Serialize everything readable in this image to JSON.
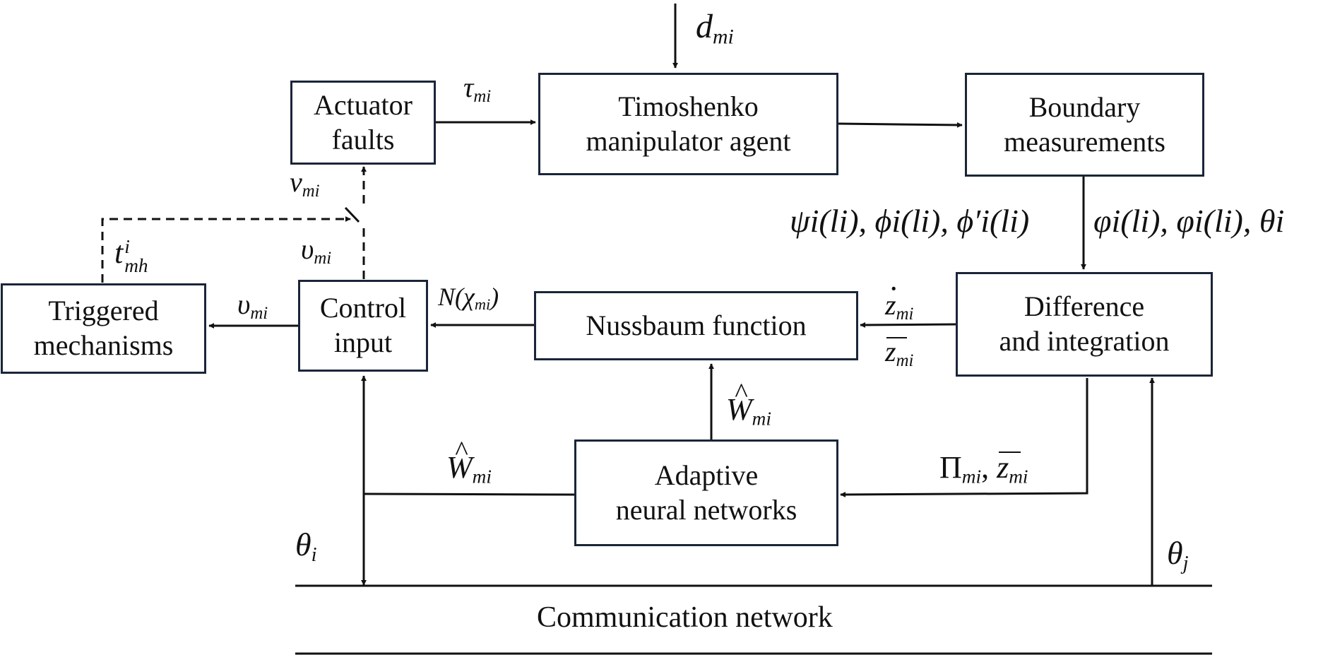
{
  "blocks": {
    "actuator": {
      "line1": "Actuator",
      "line2": "faults"
    },
    "timoshenko": {
      "line1": "Timoshenko",
      "line2": "manipulator agent"
    },
    "boundary": {
      "line1": "Boundary",
      "line2": "measurements"
    },
    "triggered": {
      "line1": "Triggered",
      "line2": "mechanisms"
    },
    "control": {
      "line1": "Control",
      "line2": "input"
    },
    "nussbaum": {
      "line1": "Nussbaum function"
    },
    "difference": {
      "line1": "Difference",
      "line2": "and integration"
    },
    "adaptive": {
      "line1": "Adaptive",
      "line2": "neural networks"
    }
  },
  "signals": {
    "d": {
      "base": "d",
      "sub": "mi"
    },
    "tau": {
      "base": "τ",
      "sub": "mi"
    },
    "v_top": {
      "base": "v",
      "sub": "mi"
    },
    "upsilon_mid": {
      "base": "υ",
      "sub": "mi"
    },
    "t_trigger": {
      "base": "t",
      "sup": "i",
      "sub": "mh"
    },
    "upsilon_left": {
      "base": "υ",
      "sub": "mi"
    },
    "n_chi": {
      "open": "N(",
      "base": "χ",
      "sub": "mi",
      "close": ")"
    },
    "z_dot": {
      "base": "z",
      "sub": "mi"
    },
    "z_bar": {
      "base": "z",
      "sub": "mi"
    },
    "w_hat_right": {
      "base": "W",
      "sub": "mi"
    },
    "w_hat_left": {
      "base": "W",
      "sub": "mi"
    },
    "pi_zbar": {
      "base1": "Π",
      "sub1": "mi",
      "sep": ", ",
      "base2": "z",
      "sub2": "mi"
    },
    "theta_i": {
      "base": "θ",
      "sub": "i"
    },
    "theta_j": {
      "base": "θ",
      "sub": "j"
    },
    "meas_left": "ψi(li), ϕi(li), ϕ′i(li)",
    "meas_right": "φi(li), φi(li), θi"
  },
  "network": {
    "label": "Communication network"
  }
}
